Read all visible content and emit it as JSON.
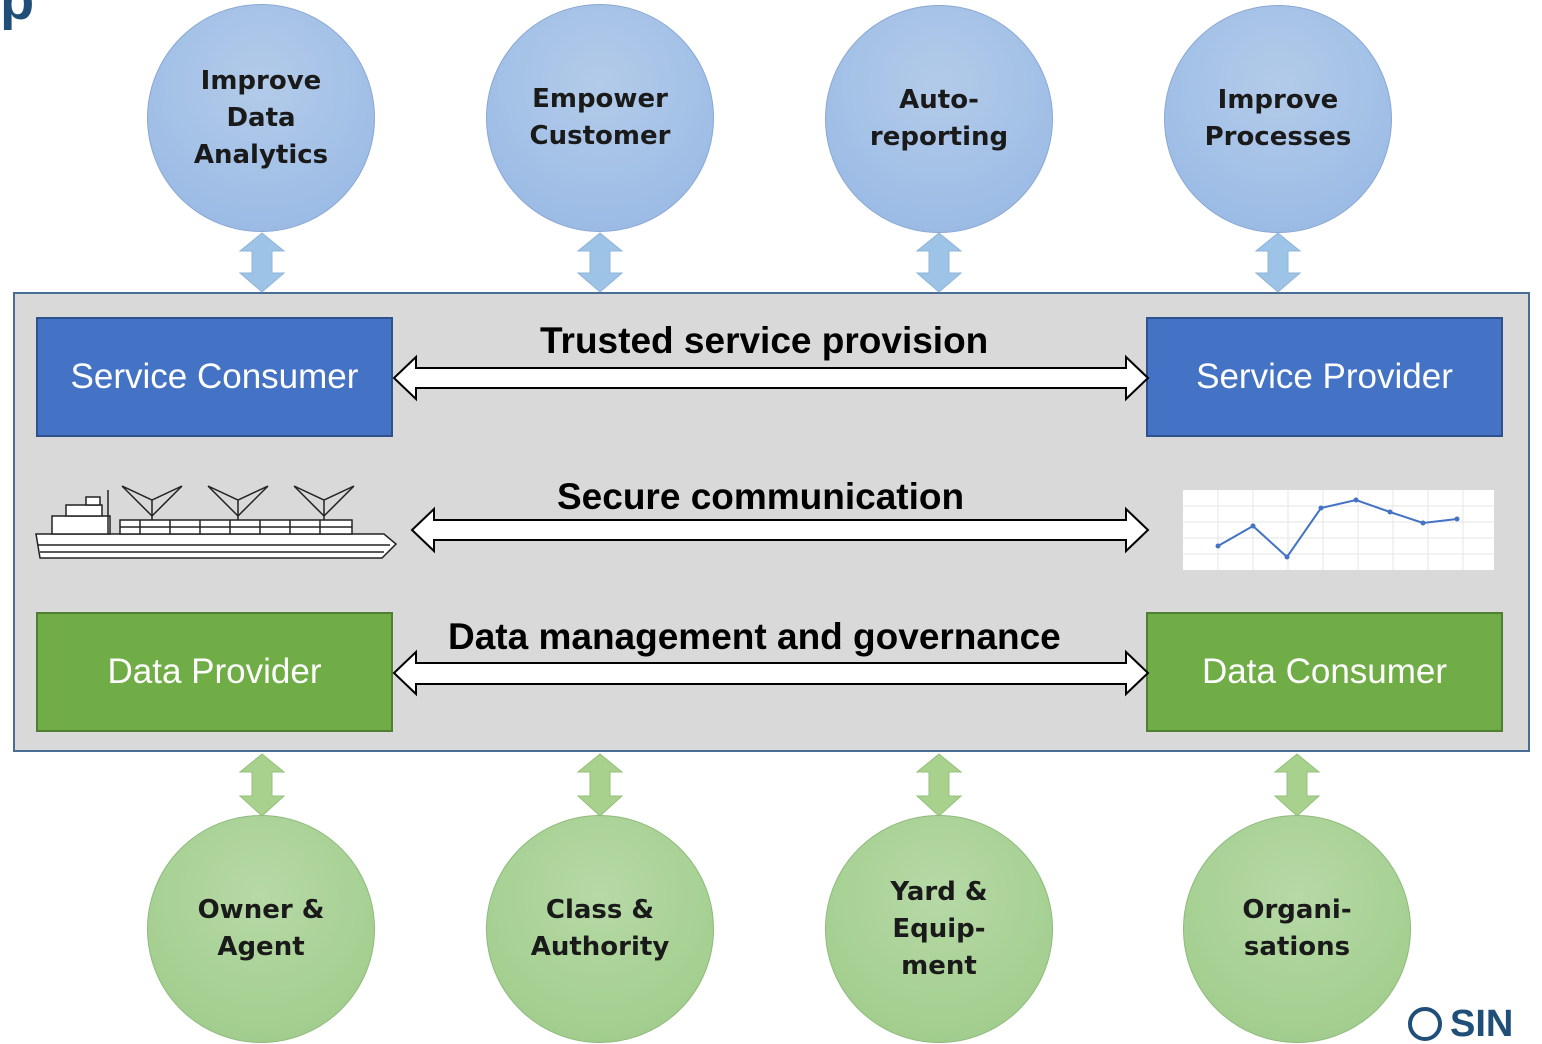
{
  "header": {
    "title_fragment": "p"
  },
  "top_circles": [
    {
      "label": "Improve\nData\nAnalytics"
    },
    {
      "label": "Empower\nCustomer"
    },
    {
      "label": "Auto-\nreporting"
    },
    {
      "label": "Improve\nProcesses"
    }
  ],
  "bottom_circles": [
    {
      "label": "Owner &\nAgent"
    },
    {
      "label": "Class &\nAuthority"
    },
    {
      "label": "Yard &\nEquip-\nment"
    },
    {
      "label": "Organi-\nsations"
    }
  ],
  "boxes": {
    "service_consumer": "Service Consumer",
    "service_provider": "Service Provider",
    "data_provider": "Data Provider",
    "data_consumer": "Data Consumer"
  },
  "links": {
    "trusted": "Trusted service provision",
    "secure": "Secure communication",
    "governance": "Data management and governance"
  },
  "logo": {
    "text": "SIN"
  },
  "icons": {
    "ship": "container-ship-icon",
    "chart": "line-chart-thumbnail-icon"
  },
  "colors": {
    "blue_circle": "#9ebde6",
    "green_circle": "#a4cf90",
    "blue_box": "#4472c4",
    "green_box": "#70ad47",
    "panel": "#d9d9d9"
  }
}
